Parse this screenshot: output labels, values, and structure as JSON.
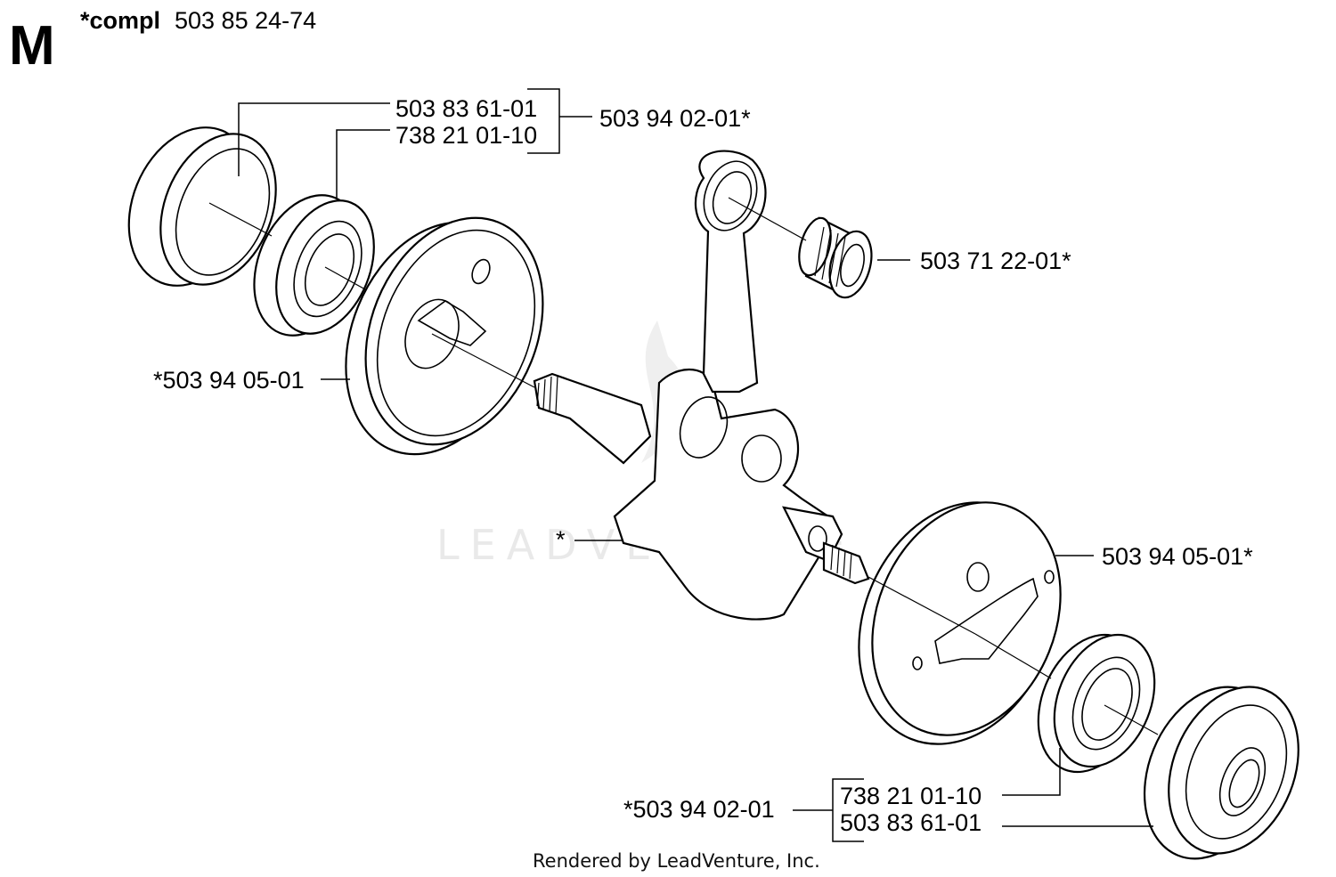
{
  "header": {
    "section_letter": "M",
    "compl_prefix": "*compl",
    "compl_number": "503 85 24-74"
  },
  "labels": {
    "bearing_left_top": "503 83 61-01",
    "seal_left_top": "738 21 01-10",
    "bearing_kit_top": "503 94 02-01*",
    "needle_bearing": "503 71 22-01*",
    "flywheel_half_left": "*503 94 05-01",
    "crankshaft_assembly": "*",
    "flywheel_half_right": "503 94 05-01*",
    "seal_right_bottom": "738 21 01-10",
    "bearing_right_bottom": "503 83 61-01",
    "bearing_kit_bottom": "*503 94 02-01"
  },
  "footer": {
    "rendered_by": "Rendered by LeadVenture, Inc."
  },
  "watermark": {
    "text": "LEADVENTURE"
  }
}
